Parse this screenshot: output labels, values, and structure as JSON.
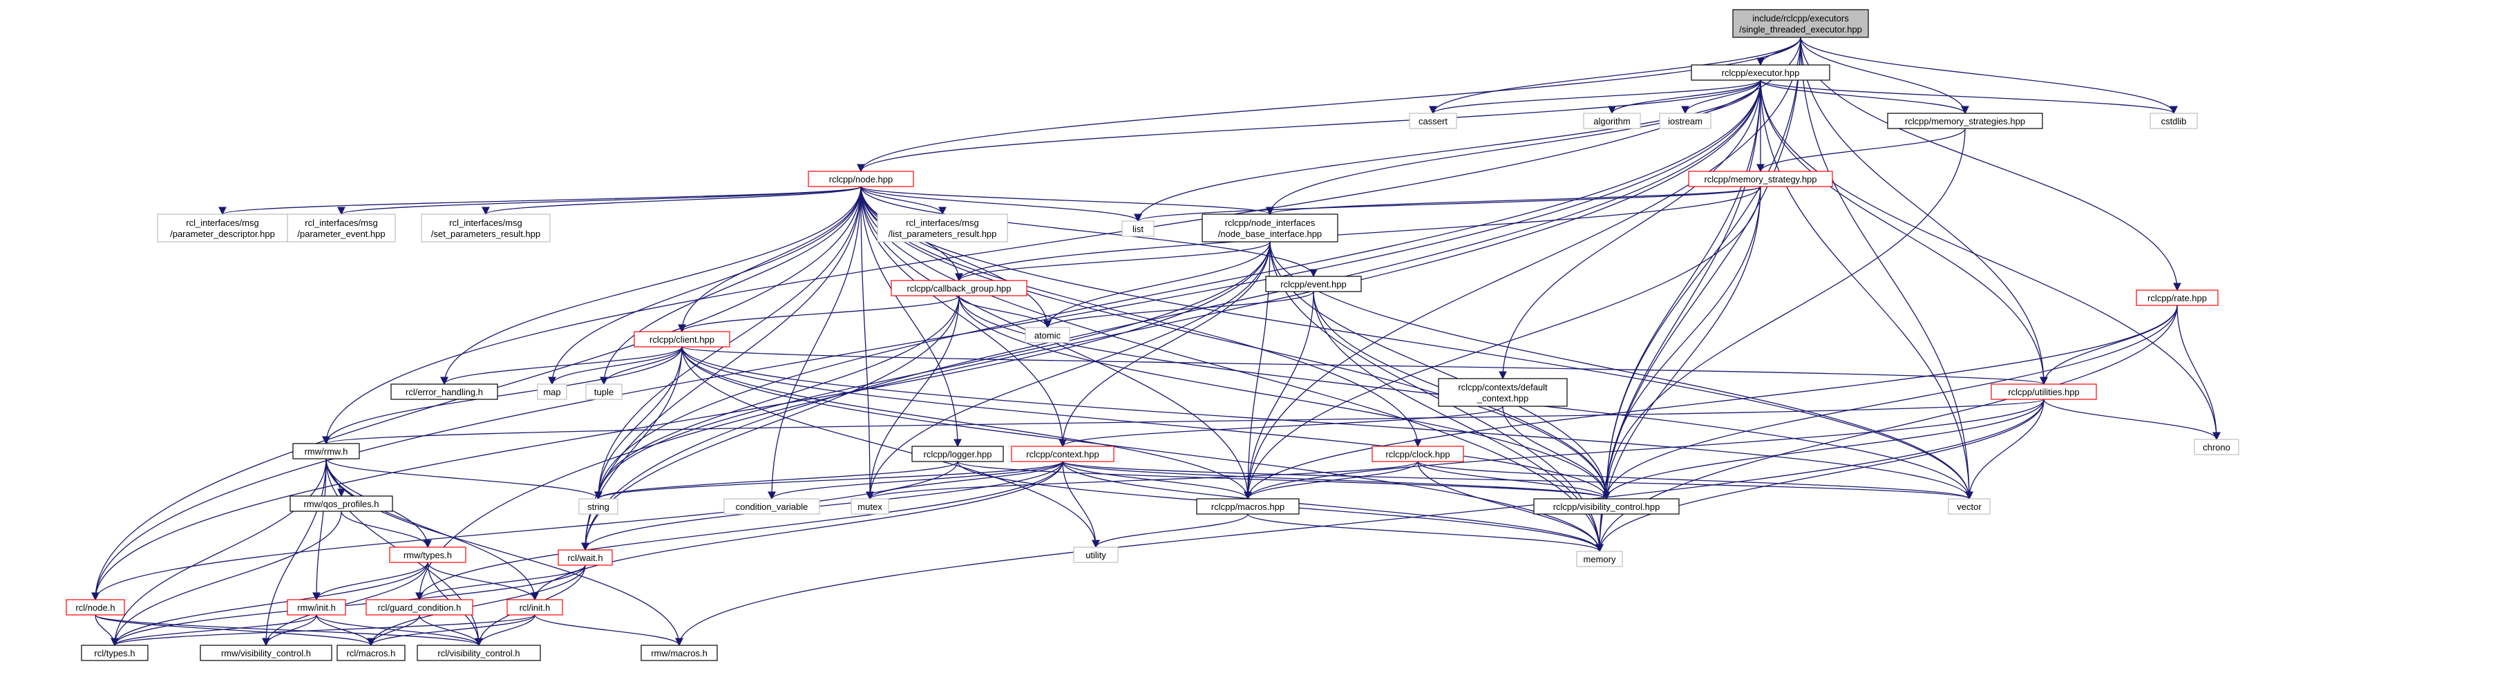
{
  "colors": {
    "edge": "#191970",
    "root_fill": "#bfbfbf",
    "documented_border": "#000000",
    "incomplete_border": "#ff0000",
    "external_border": "#bfbfbf",
    "box_fill": "#ffffff"
  },
  "nodes": [
    {
      "id": "root",
      "lines": [
        "include/rclcpp/executors",
        "/single_threaded_executor.hpp"
      ],
      "kind": "root"
    },
    {
      "id": "executor",
      "lines": [
        "rclcpp/executor.hpp"
      ],
      "kind": "documented"
    },
    {
      "id": "cassert",
      "lines": [
        "cassert"
      ],
      "kind": "external"
    },
    {
      "id": "algorithm",
      "lines": [
        "algorithm"
      ],
      "kind": "external"
    },
    {
      "id": "iostream",
      "lines": [
        "iostream"
      ],
      "kind": "external"
    },
    {
      "id": "memstrategies",
      "lines": [
        "rclcpp/memory_strategies.hpp"
      ],
      "kind": "documented"
    },
    {
      "id": "cstdlib",
      "lines": [
        "cstdlib"
      ],
      "kind": "external"
    },
    {
      "id": "node",
      "lines": [
        "rclcpp/node.hpp"
      ],
      "kind": "incomplete"
    },
    {
      "id": "memstrategy",
      "lines": [
        "rclcpp/memory_strategy.hpp"
      ],
      "kind": "incomplete"
    },
    {
      "id": "pdesc",
      "lines": [
        "rcl_interfaces/msg",
        "/parameter_descriptor.hpp"
      ],
      "kind": "external"
    },
    {
      "id": "pevent",
      "lines": [
        "rcl_interfaces/msg",
        "/parameter_event.hpp"
      ],
      "kind": "external"
    },
    {
      "id": "setparam",
      "lines": [
        "rcl_interfaces/msg",
        "/set_parameters_result.hpp"
      ],
      "kind": "external"
    },
    {
      "id": "listparam",
      "lines": [
        "rcl_interfaces/msg",
        "/list_parameters_result.hpp"
      ],
      "kind": "external"
    },
    {
      "id": "list",
      "lines": [
        "list"
      ],
      "kind": "external"
    },
    {
      "id": "nodebase",
      "lines": [
        "rclcpp/node_interfaces",
        "/node_base_interface.hpp"
      ],
      "kind": "documented"
    },
    {
      "id": "callbackgroup",
      "lines": [
        "rclcpp/callback_group.hpp"
      ],
      "kind": "incomplete"
    },
    {
      "id": "event",
      "lines": [
        "rclcpp/event.hpp"
      ],
      "kind": "documented"
    },
    {
      "id": "atomic",
      "lines": [
        "atomic"
      ],
      "kind": "external"
    },
    {
      "id": "client",
      "lines": [
        "rclcpp/client.hpp"
      ],
      "kind": "incomplete"
    },
    {
      "id": "errorhandling",
      "lines": [
        "rcl/error_handling.h"
      ],
      "kind": "documented"
    },
    {
      "id": "map",
      "lines": [
        "map"
      ],
      "kind": "external"
    },
    {
      "id": "tuple",
      "lines": [
        "tuple"
      ],
      "kind": "external"
    },
    {
      "id": "defaultctx",
      "lines": [
        "rclcpp/contexts/default",
        "_context.hpp"
      ],
      "kind": "documented"
    },
    {
      "id": "rate",
      "lines": [
        "rclcpp/rate.hpp"
      ],
      "kind": "incomplete"
    },
    {
      "id": "utilities",
      "lines": [
        "rclcpp/utilities.hpp"
      ],
      "kind": "incomplete"
    },
    {
      "id": "chrono",
      "lines": [
        "chrono"
      ],
      "kind": "external"
    },
    {
      "id": "rmwh",
      "lines": [
        "rmw/rmw.h"
      ],
      "kind": "documented"
    },
    {
      "id": "logger",
      "lines": [
        "rclcpp/logger.hpp"
      ],
      "kind": "documented"
    },
    {
      "id": "context",
      "lines": [
        "rclcpp/context.hpp"
      ],
      "kind": "incomplete"
    },
    {
      "id": "clock",
      "lines": [
        "rclcpp/clock.hpp"
      ],
      "kind": "incomplete"
    },
    {
      "id": "qos",
      "lines": [
        "rmw/qos_profiles.h"
      ],
      "kind": "documented"
    },
    {
      "id": "string",
      "lines": [
        "string"
      ],
      "kind": "external"
    },
    {
      "id": "condvar",
      "lines": [
        "condition_variable"
      ],
      "kind": "external"
    },
    {
      "id": "mutex",
      "lines": [
        "mutex"
      ],
      "kind": "external"
    },
    {
      "id": "macroshpp",
      "lines": [
        "rclcpp/macros.hpp"
      ],
      "kind": "documented"
    },
    {
      "id": "visctl",
      "lines": [
        "rclcpp/visibility_control.hpp"
      ],
      "kind": "documented"
    },
    {
      "id": "vector",
      "lines": [
        "vector"
      ],
      "kind": "external"
    },
    {
      "id": "rmwtypes",
      "lines": [
        "rmw/types.h"
      ],
      "kind": "incomplete"
    },
    {
      "id": "utility",
      "lines": [
        "utility"
      ],
      "kind": "external"
    },
    {
      "id": "memory",
      "lines": [
        "memory"
      ],
      "kind": "external"
    },
    {
      "id": "rclwait",
      "lines": [
        "rcl/wait.h"
      ],
      "kind": "incomplete"
    },
    {
      "id": "rmwinit",
      "lines": [
        "rmw/init.h"
      ],
      "kind": "incomplete"
    },
    {
      "id": "guardcond",
      "lines": [
        "rcl/guard_condition.h"
      ],
      "kind": "incomplete"
    },
    {
      "id": "rclinit",
      "lines": [
        "rcl/init.h"
      ],
      "kind": "incomplete"
    },
    {
      "id": "rclnode",
      "lines": [
        "rcl/node.h"
      ],
      "kind": "incomplete"
    },
    {
      "id": "rcltypes",
      "lines": [
        "rcl/types.h"
      ],
      "kind": "documented"
    },
    {
      "id": "rmwvis",
      "lines": [
        "rmw/visibility_control.h"
      ],
      "kind": "documented"
    },
    {
      "id": "rclmacros",
      "lines": [
        "rcl/macros.h"
      ],
      "kind": "documented"
    },
    {
      "id": "rclvis",
      "lines": [
        "rcl/visibility_control.h"
      ],
      "kind": "documented"
    },
    {
      "id": "rmwmacros",
      "lines": [
        "rmw/macros.h"
      ],
      "kind": "documented"
    }
  ],
  "edges": [
    [
      "root",
      "executor"
    ],
    [
      "root",
      "cassert"
    ],
    [
      "root",
      "cstdlib"
    ],
    [
      "root",
      "memstrategies"
    ],
    [
      "root",
      "node"
    ],
    [
      "root",
      "rmwh"
    ],
    [
      "root",
      "rate"
    ],
    [
      "root",
      "utilities"
    ],
    [
      "root",
      "macroshpp"
    ],
    [
      "root",
      "visctl"
    ],
    [
      "root",
      "vector"
    ],
    [
      "root",
      "memory"
    ],
    [
      "executor",
      "cassert"
    ],
    [
      "executor",
      "algorithm"
    ],
    [
      "executor",
      "iostream"
    ],
    [
      "executor",
      "memstrategies"
    ],
    [
      "executor",
      "cstdlib"
    ],
    [
      "executor",
      "chrono"
    ],
    [
      "executor",
      "memory"
    ],
    [
      "executor",
      "vector"
    ],
    [
      "executor",
      "list"
    ],
    [
      "executor",
      "node"
    ],
    [
      "executor",
      "memstrategy"
    ],
    [
      "executor",
      "nodebase"
    ],
    [
      "executor",
      "defaultctx"
    ],
    [
      "executor",
      "utilities"
    ],
    [
      "executor",
      "visctl"
    ],
    [
      "executor",
      "rclnode"
    ],
    [
      "executor",
      "rclwait"
    ],
    [
      "executor",
      "guardcond"
    ],
    [
      "executor",
      "string"
    ],
    [
      "memstrategies",
      "memstrategy"
    ],
    [
      "memstrategies",
      "visctl"
    ],
    [
      "memstrategy",
      "list"
    ],
    [
      "memstrategy",
      "memory"
    ],
    [
      "memstrategy",
      "callbackgroup"
    ],
    [
      "memstrategy",
      "nodebase"
    ],
    [
      "memstrategy",
      "macroshpp"
    ],
    [
      "memstrategy",
      "visctl"
    ],
    [
      "node",
      "pdesc"
    ],
    [
      "node",
      "pevent"
    ],
    [
      "node",
      "setparam"
    ],
    [
      "node",
      "listparam"
    ],
    [
      "node",
      "list"
    ],
    [
      "node",
      "nodebase"
    ],
    [
      "node",
      "callbackgroup"
    ],
    [
      "node",
      "event"
    ],
    [
      "node",
      "atomic"
    ],
    [
      "node",
      "client"
    ],
    [
      "node",
      "errorhandling"
    ],
    [
      "node",
      "map"
    ],
    [
      "node",
      "tuple"
    ],
    [
      "node",
      "string"
    ],
    [
      "node",
      "condvar"
    ],
    [
      "node",
      "mutex"
    ],
    [
      "node",
      "macroshpp"
    ],
    [
      "node",
      "visctl"
    ],
    [
      "node",
      "vector"
    ],
    [
      "node",
      "memory"
    ],
    [
      "node",
      "logger"
    ],
    [
      "node",
      "context"
    ],
    [
      "node",
      "clock"
    ],
    [
      "node",
      "rclnode"
    ],
    [
      "node",
      "rclwait"
    ],
    [
      "nodebase",
      "callbackgroup"
    ],
    [
      "nodebase",
      "context"
    ],
    [
      "nodebase",
      "macroshpp"
    ],
    [
      "nodebase",
      "visctl"
    ],
    [
      "nodebase",
      "string"
    ],
    [
      "nodebase",
      "mutex"
    ],
    [
      "nodebase",
      "memory"
    ],
    [
      "nodebase",
      "vector"
    ],
    [
      "nodebase",
      "atomic"
    ],
    [
      "nodebase",
      "rclnode"
    ],
    [
      "callbackgroup",
      "atomic"
    ],
    [
      "callbackgroup",
      "client"
    ],
    [
      "callbackgroup",
      "mutex"
    ],
    [
      "callbackgroup",
      "string"
    ],
    [
      "callbackgroup",
      "vector"
    ],
    [
      "callbackgroup",
      "visctl"
    ],
    [
      "callbackgroup",
      "rclwait"
    ],
    [
      "event",
      "atomic"
    ],
    [
      "event",
      "memory"
    ],
    [
      "event",
      "macroshpp"
    ],
    [
      "event",
      "visctl"
    ],
    [
      "client",
      "errorhandling"
    ],
    [
      "client",
      "map"
    ],
    [
      "client",
      "tuple"
    ],
    [
      "client",
      "string"
    ],
    [
      "client",
      "utility"
    ],
    [
      "client",
      "memory"
    ],
    [
      "client",
      "utilities"
    ],
    [
      "client",
      "macroshpp"
    ],
    [
      "client",
      "visctl"
    ],
    [
      "client",
      "rmwh"
    ],
    [
      "client",
      "rclwait"
    ],
    [
      "client",
      "vector"
    ],
    [
      "defaultctx",
      "context"
    ],
    [
      "defaultctx",
      "visctl"
    ],
    [
      "rate",
      "utilities"
    ],
    [
      "rate",
      "chrono"
    ],
    [
      "rate",
      "memory"
    ],
    [
      "rate",
      "macroshpp"
    ],
    [
      "rate",
      "visctl"
    ],
    [
      "utilities",
      "chrono"
    ],
    [
      "utilities",
      "vector"
    ],
    [
      "utilities",
      "memory"
    ],
    [
      "utilities",
      "visctl"
    ],
    [
      "utilities",
      "rmwh"
    ],
    [
      "utilities",
      "macroshpp"
    ],
    [
      "utilities",
      "rmwmacros"
    ],
    [
      "rmwh",
      "qos"
    ],
    [
      "rmwh",
      "rmwtypes"
    ],
    [
      "rmwh",
      "rmwinit"
    ],
    [
      "rmwh",
      "rmwvis"
    ],
    [
      "rmwh",
      "rmwmacros"
    ],
    [
      "rmwh",
      "rcltypes"
    ],
    [
      "rmwh",
      "rclvis"
    ],
    [
      "rmwh",
      "string"
    ],
    [
      "rmwh",
      "rclinit"
    ],
    [
      "logger",
      "string"
    ],
    [
      "logger",
      "memory"
    ],
    [
      "logger",
      "visctl"
    ],
    [
      "logger",
      "rclnode"
    ],
    [
      "context",
      "string"
    ],
    [
      "context",
      "condvar"
    ],
    [
      "context",
      "mutex"
    ],
    [
      "context",
      "macroshpp"
    ],
    [
      "context",
      "visctl"
    ],
    [
      "context",
      "utility"
    ],
    [
      "context",
      "memory"
    ],
    [
      "context",
      "vector"
    ],
    [
      "context",
      "rclwait"
    ],
    [
      "context",
      "guardcond"
    ],
    [
      "context",
      "rclinit"
    ],
    [
      "clock",
      "mutex"
    ],
    [
      "clock",
      "macroshpp"
    ],
    [
      "clock",
      "visctl"
    ],
    [
      "clock",
      "memory"
    ],
    [
      "clock",
      "vector"
    ],
    [
      "qos",
      "rmwtypes"
    ],
    [
      "qos",
      "rcltypes"
    ],
    [
      "macroshpp",
      "memory"
    ],
    [
      "macroshpp",
      "utility"
    ],
    [
      "rmwtypes",
      "rmwinit"
    ],
    [
      "rmwtypes",
      "rclinit"
    ],
    [
      "rmwtypes",
      "rclvis"
    ],
    [
      "rmwtypes",
      "rmwvis"
    ],
    [
      "rmwtypes",
      "rcltypes"
    ],
    [
      "rclwait",
      "guardcond"
    ],
    [
      "rclwait",
      "rcltypes"
    ],
    [
      "rclwait",
      "rclvis"
    ],
    [
      "rclwait",
      "rclmacros"
    ],
    [
      "rmwinit",
      "rclmacros"
    ],
    [
      "rmwinit",
      "rmwvis"
    ],
    [
      "rmwinit",
      "rcltypes"
    ],
    [
      "rmwinit",
      "rclvis"
    ],
    [
      "guardcond",
      "rclmacros"
    ],
    [
      "guardcond",
      "rclvis"
    ],
    [
      "rclinit",
      "rclmacros"
    ],
    [
      "rclinit",
      "rclvis"
    ],
    [
      "rclinit",
      "rcltypes"
    ],
    [
      "rclinit",
      "rmwmacros"
    ],
    [
      "rclnode",
      "rcltypes"
    ],
    [
      "rclnode",
      "rclmacros"
    ],
    [
      "rclnode",
      "rclvis"
    ]
  ]
}
